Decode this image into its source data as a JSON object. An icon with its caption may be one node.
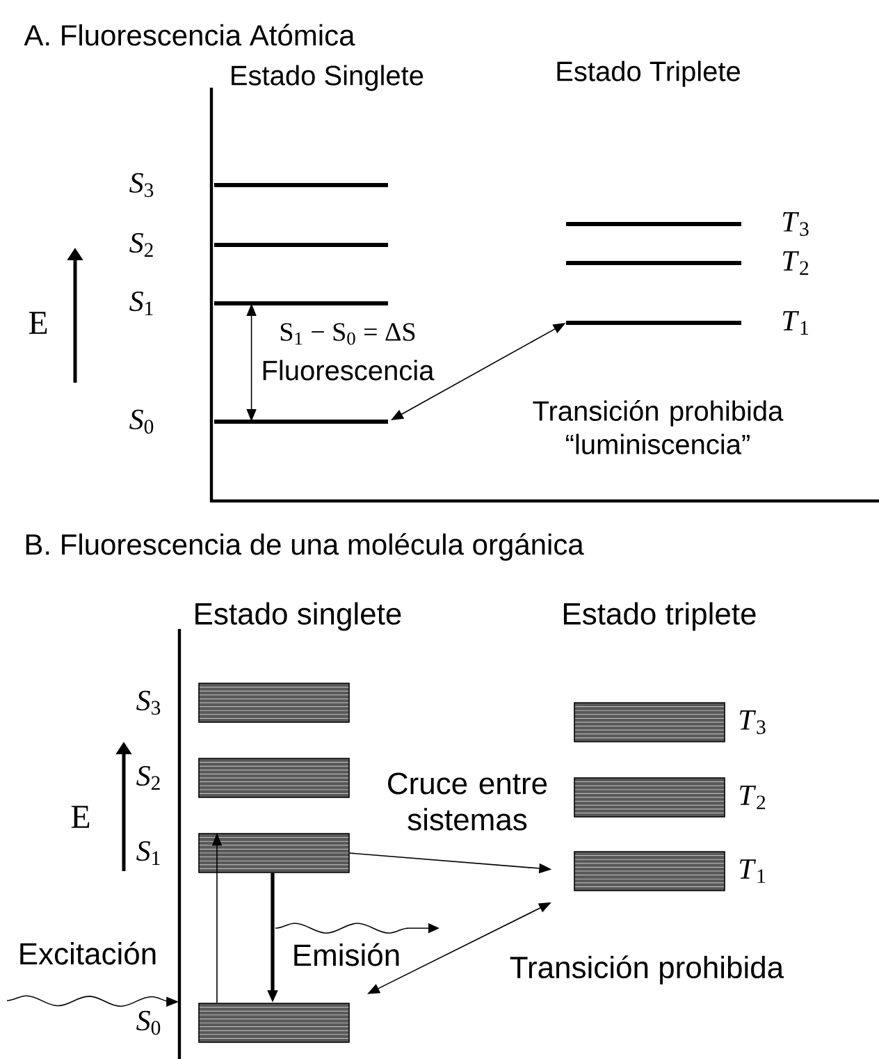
{
  "diagram": {
    "nodes": [
      {
        "text": [],
        "shape": "bar",
        "beside": [
          "*S*$_{3}$"
        ]
      },
      {
        "text": [],
        "shape": "bar",
        "beside": [
          "*S*$_{2}$"
        ]
      },
      {
        "text": [],
        "shape": "bar",
        "beside": [
          "*S*$_{1}$"
        ]
      },
      {
        "text": [],
        "shape": "bar",
        "beside": [
          "*S*$_{0}$"
        ]
      },
      {
        "text": [],
        "shape": "bar",
        "beside": [
          "*T*$_{3}$"
        ]
      },
      {
        "text": [],
        "shape": "bar",
        "beside": [
          "*T*$_{2}$"
        ]
      },
      {
        "text": [],
        "shape": "bar",
        "beside": [
          "*T*$_{1}$"
        ]
      },
      {
        "text": [],
        "shape": "box",
        "beside": [
          "*S*$_{3}$"
        ]
      },
      {
        "text": [],
        "shape": "box",
        "beside": [
          "*S*$_{2}$"
        ]
      },
      {
        "text": [],
        "shape": "box",
        "beside": [
          "*S*$_{1}$"
        ]
      },
      {
        "text": [],
        "shape": "box",
        "beside": [
          "*S*$_{0}$"
        ]
      },
      {
        "text": [],
        "shape": "box",
        "beside": [
          "*T*$_{3}$"
        ]
      },
      {
        "text": [],
        "shape": "box",
        "beside": [
          "*T*$_{2}$"
        ]
      },
      {
        "text": [],
        "shape": "box",
        "beside": [
          "*T*$_{1}$"
        ]
      }
    ],
    "edges": [
      {
        "from": 2,
        "to": 3,
        "arrow": "both",
        "label": "Fluorescencia"
      },
      {
        "from": null,
        "to": 10,
        "arrow": "to"
      },
      {
        "from": 3,
        "to": 6,
        "arrow": "both"
      },
      {
        "from": 10,
        "to": 9,
        "arrow": "to"
      },
      {
        "from": 9,
        "to": 10,
        "arrow": "to",
        "style": "thick",
        "label": "Emisión"
      },
      {
        "from": 9,
        "to": 13,
        "arrow": "to",
        "label": "Cruce entre sistemas"
      },
      {
        "from": 10,
        "to": 13,
        "arrow": "both"
      }
    ],
    "labels": [
      "A. Fluorescencia Atómica",
      "Estado Singlete",
      "Estado Triplete",
      "E",
      "S$_{1}$ − S$_{0}$ = ΔS",
      "Transición prohibida “luminiscencia”",
      "B. Fluorescencia de una molécula orgánica",
      "Estado singlete",
      "Estado triplete",
      "E",
      "Excitación",
      "Transición prohibida"
    ]
  }
}
